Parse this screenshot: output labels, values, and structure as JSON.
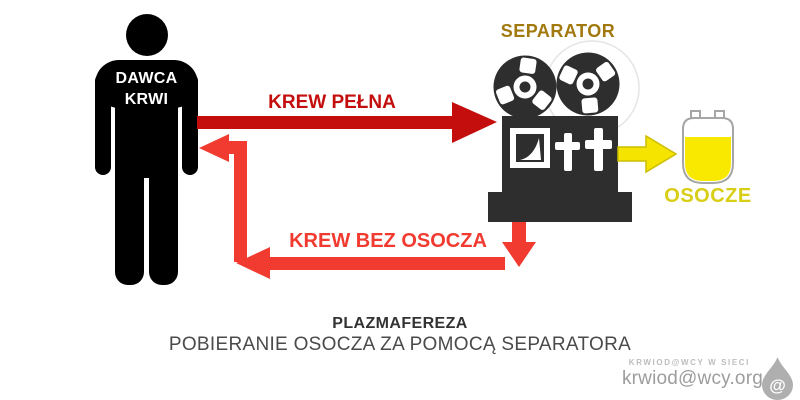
{
  "colors": {
    "background": "#FFFFFF",
    "person_black": "#000000",
    "dark_red": "#C40E0E",
    "bright_red": "#F23B30",
    "yellow": "#F4E400",
    "yellow_stroke": "#CCBE00",
    "plasma_yellow": "#F9E900",
    "machine_dark": "#2E2E2E",
    "machine_halo": "#E4E4E4",
    "bag_outline": "#A6A6A6",
    "separator_label": "#A1790F",
    "osocze_label": "#D8CE16",
    "donor_label": "#FFFFFF",
    "title": "#333333",
    "subtitle": "#4A4A4A",
    "watermark_light": "#BDBDBD",
    "watermark_gray": "#9D9D9D",
    "drop_gray": "#AFAFAF"
  },
  "donor": {
    "line1": "DAWCA",
    "line2": "KRWI"
  },
  "separator": {
    "label": "SEPARATOR"
  },
  "plasma_bag": {
    "label": "OSOCZE"
  },
  "flows": {
    "whole_blood": {
      "label": "KREW PEŁNA",
      "direction": "donor-to-separator"
    },
    "blood_without_plasma": {
      "label": "KREW BEZ OSOCZA",
      "direction": "separator-to-donor"
    },
    "plasma": {
      "label": "",
      "direction": "separator-to-bag"
    }
  },
  "caption": {
    "title": "PLAZMAFEREZA",
    "subtitle": "POBIERANIE OSOCZA ZA POMOCĄ SEPARATORA"
  },
  "watermark": {
    "line1": "KRWIOD@WCY W SIECI",
    "line2": "krwiod@wcy.org",
    "at_symbol": "@"
  }
}
